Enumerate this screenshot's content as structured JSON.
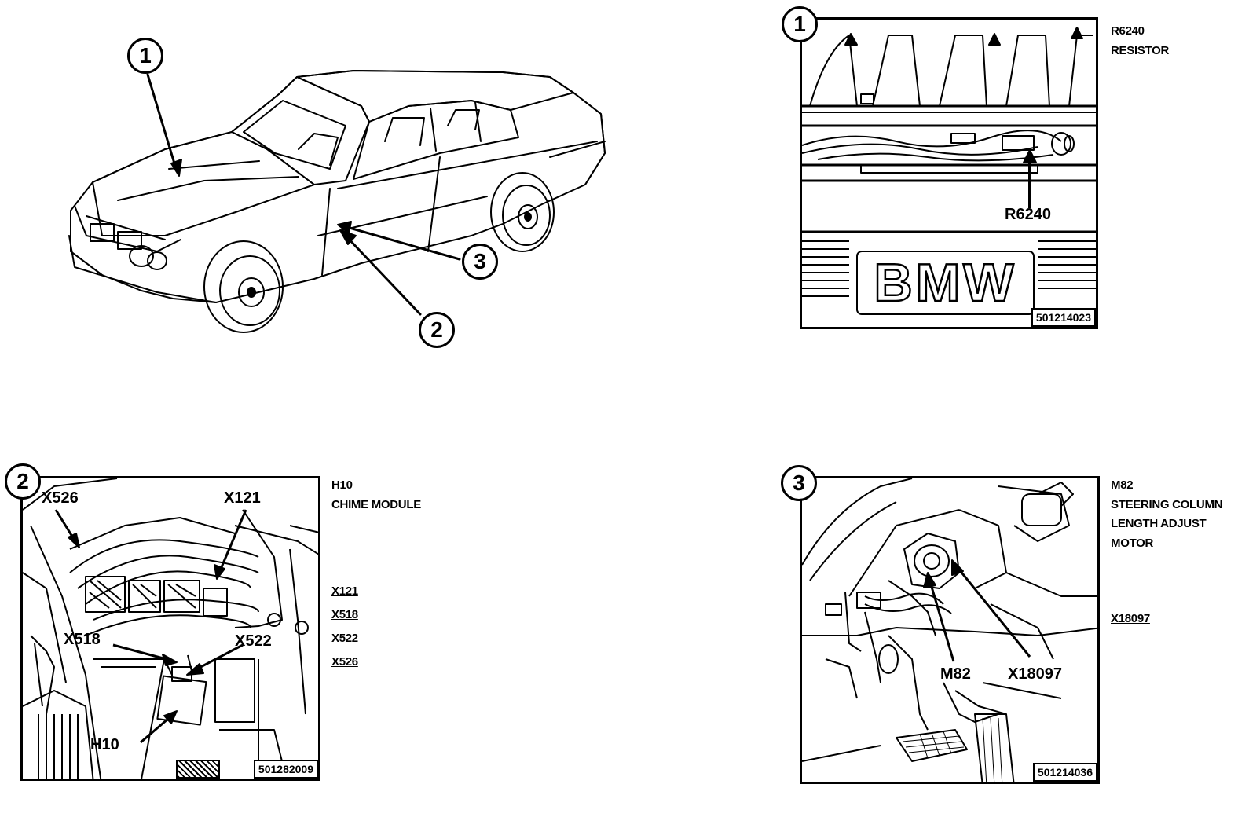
{
  "overview": {
    "callouts": [
      "1",
      "2",
      "3"
    ]
  },
  "panel1": {
    "number": "1",
    "caption_lines": [
      "R6240",
      "RESISTOR"
    ],
    "labels": {
      "component": "R6240",
      "badge": "BMW"
    },
    "ref": "501214023"
  },
  "panel2": {
    "number": "2",
    "caption_lines": [
      "H10",
      "CHIME MODULE"
    ],
    "connectors": [
      "X121",
      "X518",
      "X522",
      "X526"
    ],
    "labels": {
      "x526": "X526",
      "x121": "X121",
      "x518": "X518",
      "x522": "X522",
      "h10": "H10"
    },
    "ref": "501282009"
  },
  "panel3": {
    "number": "3",
    "caption_lines": [
      "M82",
      "STEERING COLUMN",
      "LENGTH ADJUST",
      "MOTOR"
    ],
    "connectors": [
      "X18097"
    ],
    "labels": {
      "m82": "M82",
      "x18097": "X18097"
    },
    "ref": "501214036"
  }
}
